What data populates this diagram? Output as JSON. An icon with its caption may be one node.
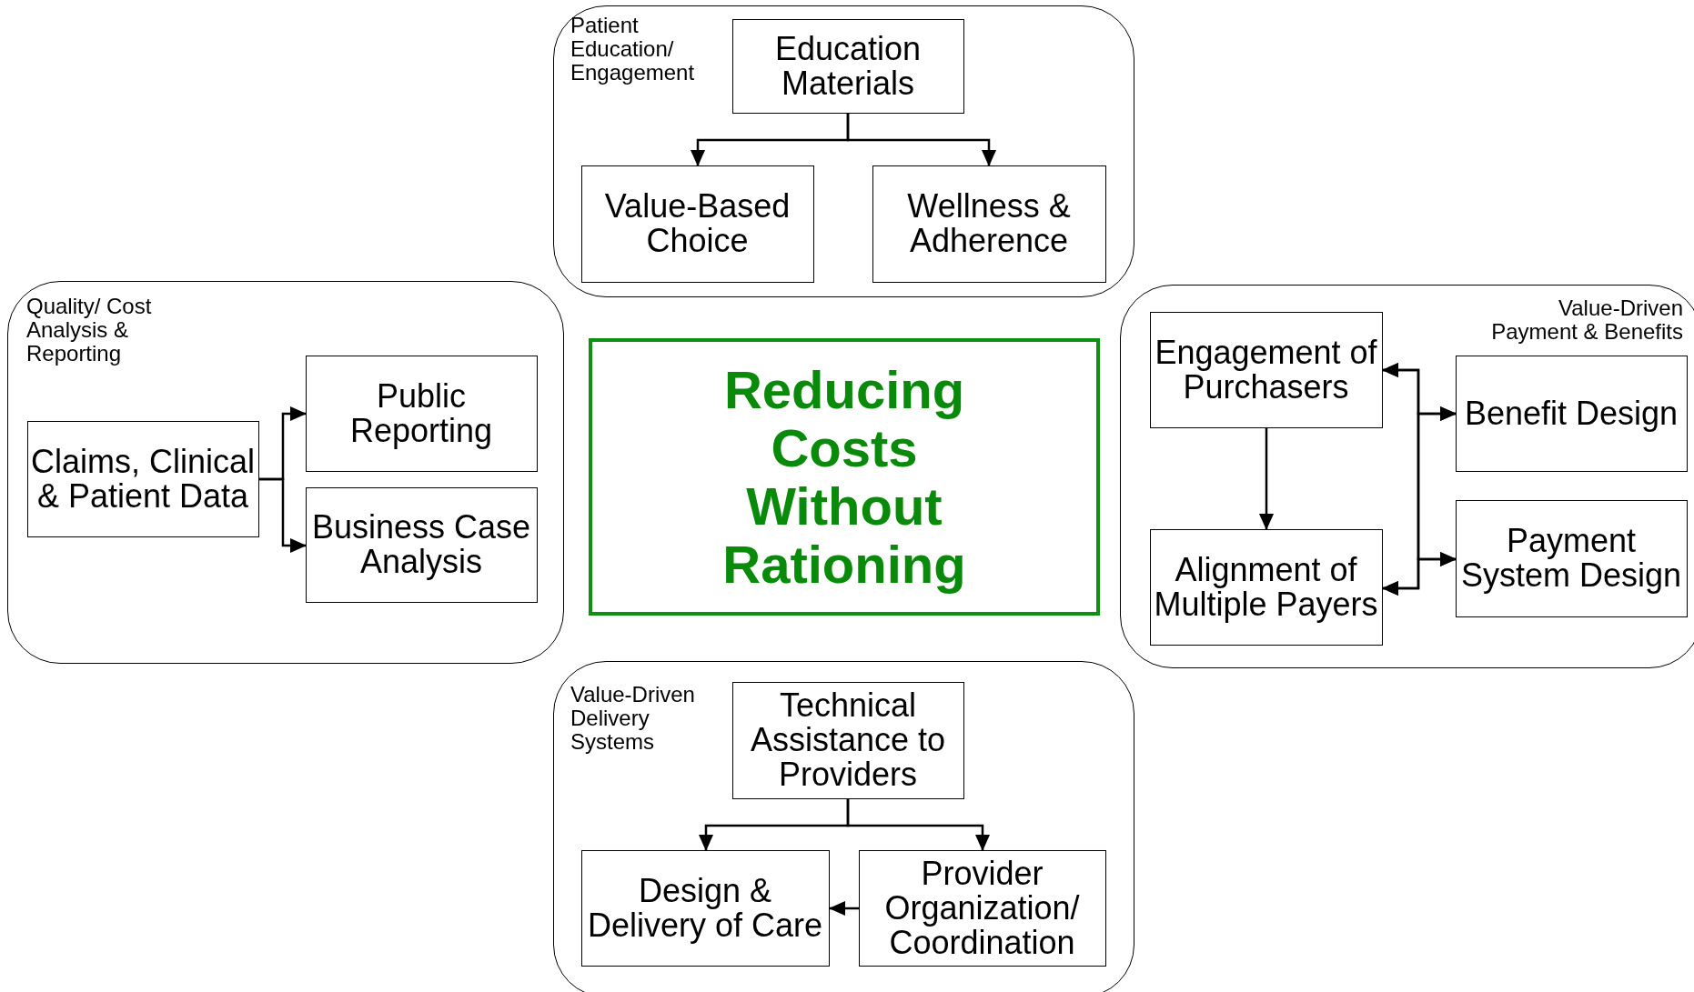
{
  "diagram": {
    "nodes": [
      {
        "text": [
          "Patient Education/ Engagement"
        ]
      },
      {
        "text": [
          "Education Materials"
        ],
        "in": 0
      },
      {
        "text": [
          "Value-Based Choice"
        ],
        "in": 0
      },
      {
        "text": [
          "Wellness & Adherence"
        ],
        "in": 0
      },
      {
        "text": [
          "Quality/ Cost Analysis & Reporting"
        ]
      },
      {
        "text": [
          "Claims, Clinical & Patient Data"
        ],
        "in": 4
      },
      {
        "text": [
          "Public Reporting"
        ],
        "in": 4
      },
      {
        "text": [
          "Business Case Analysis"
        ],
        "in": 4
      },
      {
        "text": [
          "Reducing Costs Without Rationing"
        ]
      },
      {
        "text": [
          "Value-Driven Payment & Benefits"
        ]
      },
      {
        "text": [
          "Engagement of Purchasers"
        ],
        "in": 9
      },
      {
        "text": [
          "Benefit Design"
        ],
        "in": 9
      },
      {
        "text": [
          "Alignment of Multiple Payers"
        ],
        "in": 9
      },
      {
        "text": [
          "Payment System Design"
        ],
        "in": 9
      },
      {
        "text": [
          "Value-Driven Delivery Systems"
        ]
      },
      {
        "text": [
          "Technical Assistance to Providers"
        ],
        "in": 14
      },
      {
        "text": [
          "Design & Delivery of Care"
        ],
        "in": 14
      },
      {
        "text": [
          "Provider Organization/ Coordination"
        ],
        "in": 14
      }
    ],
    "edges": [
      {
        "from": 1,
        "to": 2,
        "arrow": "to"
      },
      {
        "from": 1,
        "to": 3,
        "arrow": "to"
      },
      {
        "from": 5,
        "to": 6,
        "arrow": "to"
      },
      {
        "from": 5,
        "to": 7,
        "arrow": "to"
      },
      {
        "from": 10,
        "to": 12,
        "arrow": "to"
      },
      {
        "from": 11,
        "to": 10,
        "arrow": "both"
      },
      {
        "from": 11,
        "to": 12,
        "arrow": "both"
      },
      {
        "from": 13,
        "to": 10,
        "arrow": "both"
      },
      {
        "from": 13,
        "to": 12,
        "arrow": "both"
      },
      {
        "from": 15,
        "to": 16,
        "arrow": "to"
      },
      {
        "from": 15,
        "to": 17,
        "arrow": "to"
      },
      {
        "from": 17,
        "to": 16,
        "arrow": "to"
      }
    ]
  }
}
